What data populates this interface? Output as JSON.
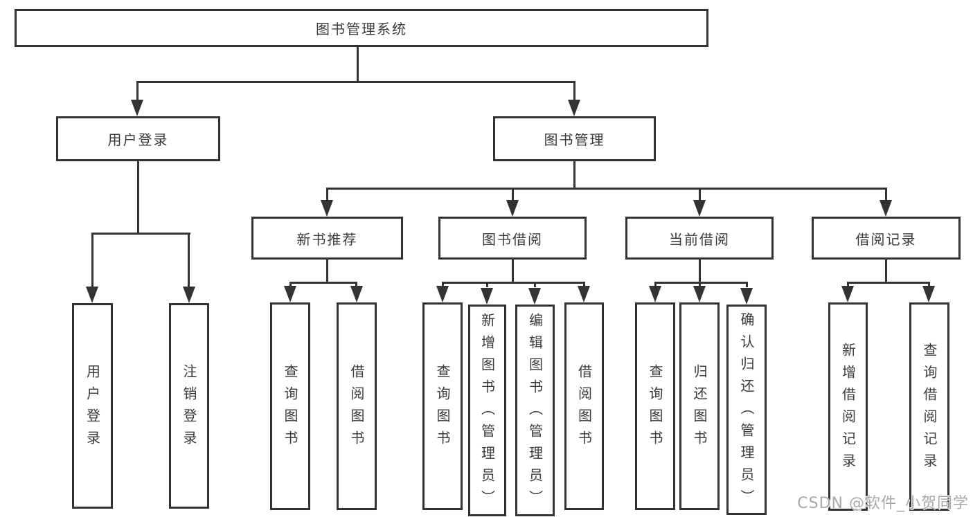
{
  "title": "图书管理系统",
  "level2": [
    "用户登录",
    "图书管理"
  ],
  "level3": [
    "新书推荐",
    "图书借阅",
    "当前借阅",
    "借阅记录"
  ],
  "leaves": {
    "user": [
      "用户登录",
      "注销登录"
    ],
    "recommend": [
      "查询图书",
      "借阅图书"
    ],
    "borrow": [
      "查询图书",
      "新增图书（管理员）",
      "编辑图书（管理员）",
      "借阅图书"
    ],
    "current": [
      "查询图书",
      "归还图书",
      "确认归还（管理员）"
    ],
    "records": [
      "新增借阅记录",
      "查询借阅记录"
    ]
  },
  "watermark": "CSDN @软件_小贺同学",
  "colors": {
    "line": "#333333",
    "text": "#3a3a3a",
    "background": "#ffffff",
    "watermark": "#a8a8a8"
  }
}
